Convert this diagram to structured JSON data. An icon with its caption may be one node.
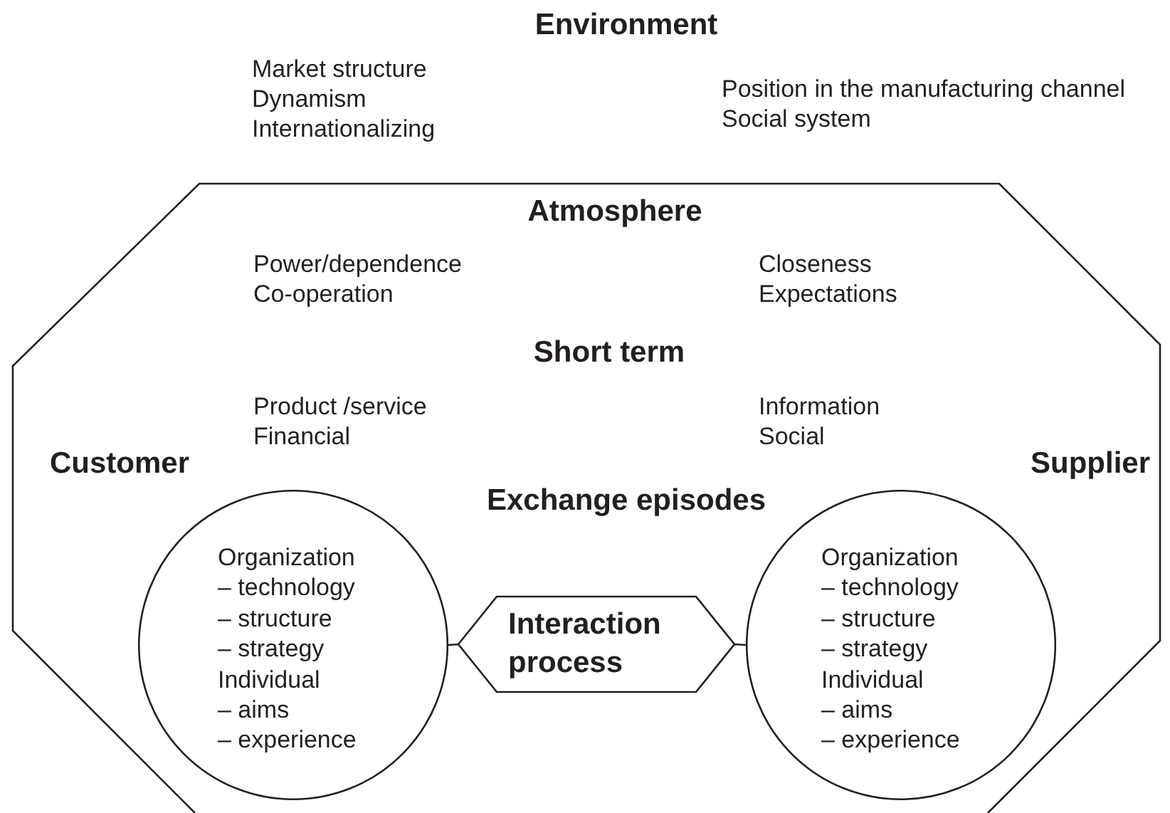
{
  "diagram": {
    "title": "Environment",
    "nodes": [
      {
        "text": [
          "Atmosphere",
          "Power/dependence",
          "Co-operation",
          "Closeness",
          "Expectations",
          "Short term",
          "Product /service",
          "Financial",
          "Information",
          "Social",
          "Exchange episodes"
        ]
      },
      {
        "text": [
          "Organization",
          "– technology",
          "– structure",
          "– strategy",
          "Individual",
          "– aims",
          "– experience"
        ],
        "in": 0,
        "beside": [
          "Customer"
        ]
      },
      {
        "text": [
          "Interaction process"
        ],
        "in": 0
      },
      {
        "text": [
          "Organization",
          "– technology",
          "– structure",
          "– strategy",
          "Individual",
          "– aims",
          "– experience"
        ],
        "in": 0,
        "beside": [
          "Supplier"
        ]
      }
    ],
    "edges": [
      {
        "from": 1,
        "to": 2,
        "arrow": "none"
      },
      {
        "from": 2,
        "to": 3,
        "arrow": "none"
      }
    ],
    "labels": [
      "Market structure",
      "Dynamism",
      "Internationalizing",
      "Position in the manufacturing channel",
      "Social system"
    ]
  }
}
